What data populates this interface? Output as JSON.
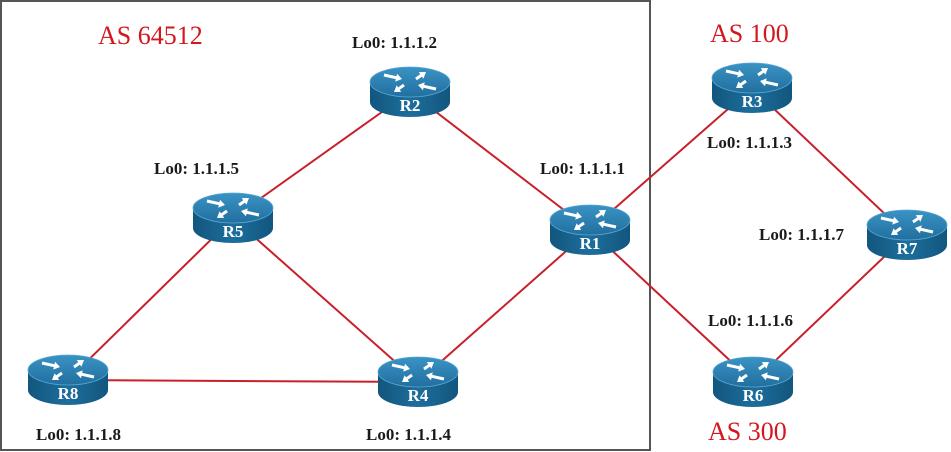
{
  "title": "BGP multi-AS topology",
  "as_regions": [
    {
      "id": "as64512",
      "label": "AS 64512"
    },
    {
      "id": "as100",
      "label": "AS 100"
    },
    {
      "id": "as300",
      "label": "AS 300"
    }
  ],
  "routers": [
    {
      "id": "R1",
      "name": "R1",
      "loopback": "Lo0: 1.1.1.1",
      "as": "AS 64512"
    },
    {
      "id": "R2",
      "name": "R2",
      "loopback": "Lo0: 1.1.1.2",
      "as": "AS 64512"
    },
    {
      "id": "R3",
      "name": "R3",
      "loopback": "Lo0: 1.1.1.3",
      "as": "AS 100"
    },
    {
      "id": "R4",
      "name": "R4",
      "loopback": "Lo0: 1.1.1.4",
      "as": "AS 64512"
    },
    {
      "id": "R5",
      "name": "R5",
      "loopback": "Lo0: 1.1.1.5",
      "as": "AS 64512"
    },
    {
      "id": "R6",
      "name": "R6",
      "loopback": "Lo0: 1.1.1.6",
      "as": "AS 300"
    },
    {
      "id": "R7",
      "name": "R7",
      "loopback": "Lo0: 1.1.1.7",
      "as": null
    },
    {
      "id": "R8",
      "name": "R8",
      "loopback": "Lo0: 1.1.1.8",
      "as": "AS 64512"
    }
  ],
  "links": [
    [
      "R2",
      "R5"
    ],
    [
      "R2",
      "R1"
    ],
    [
      "R5",
      "R8"
    ],
    [
      "R5",
      "R4"
    ],
    [
      "R8",
      "R4"
    ],
    [
      "R4",
      "R1"
    ],
    [
      "R1",
      "R3"
    ],
    [
      "R1",
      "R6"
    ],
    [
      "R3",
      "R7"
    ],
    [
      "R6",
      "R7"
    ]
  ],
  "colors": {
    "link": "#c8202a",
    "as_label": "#d4161e",
    "router_body": "#1f6f9f",
    "router_top": "#2f8bbf"
  }
}
